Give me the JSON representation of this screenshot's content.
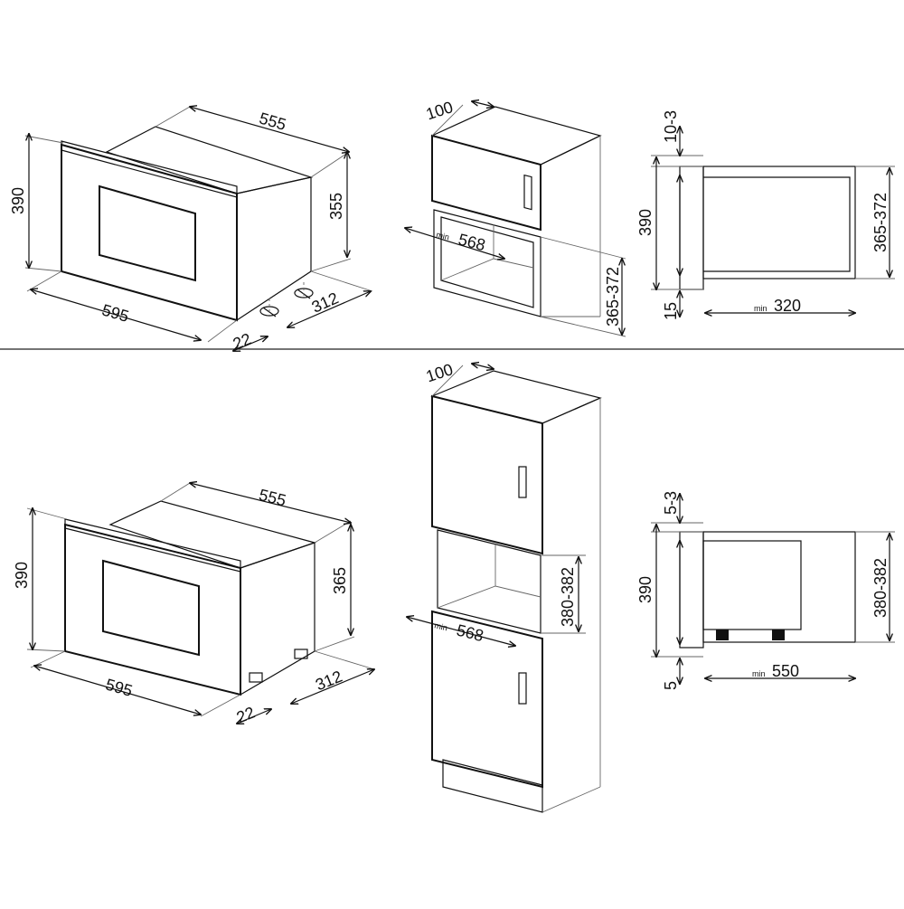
{
  "top_section": {
    "oven": {
      "height": "390",
      "width": "595",
      "depth": "555",
      "body_height": "355",
      "body_depth": "312",
      "front_offset": "22"
    },
    "column_cabinet": {
      "top_depth": "100",
      "niche_prefix": "min",
      "niche_width": "568",
      "niche_height": "365-372"
    },
    "side_section": {
      "top_gap": "10-3",
      "height": "390",
      "niche_height": "365-372",
      "bottom_gap": "15",
      "depth_prefix": "min",
      "depth": "320"
    }
  },
  "bottom_section": {
    "oven": {
      "height": "390",
      "width": "595",
      "depth": "555",
      "body_height": "365",
      "body_depth": "312",
      "front_offset": "22"
    },
    "tall_cabinet": {
      "top_depth": "100",
      "niche_prefix": "min",
      "niche_width": "568",
      "niche_height": "380-382"
    },
    "side_section": {
      "top_gap": "5-3",
      "height": "390",
      "niche_height": "380-382",
      "bottom_gap": "5",
      "depth_prefix": "min",
      "depth": "550"
    }
  }
}
